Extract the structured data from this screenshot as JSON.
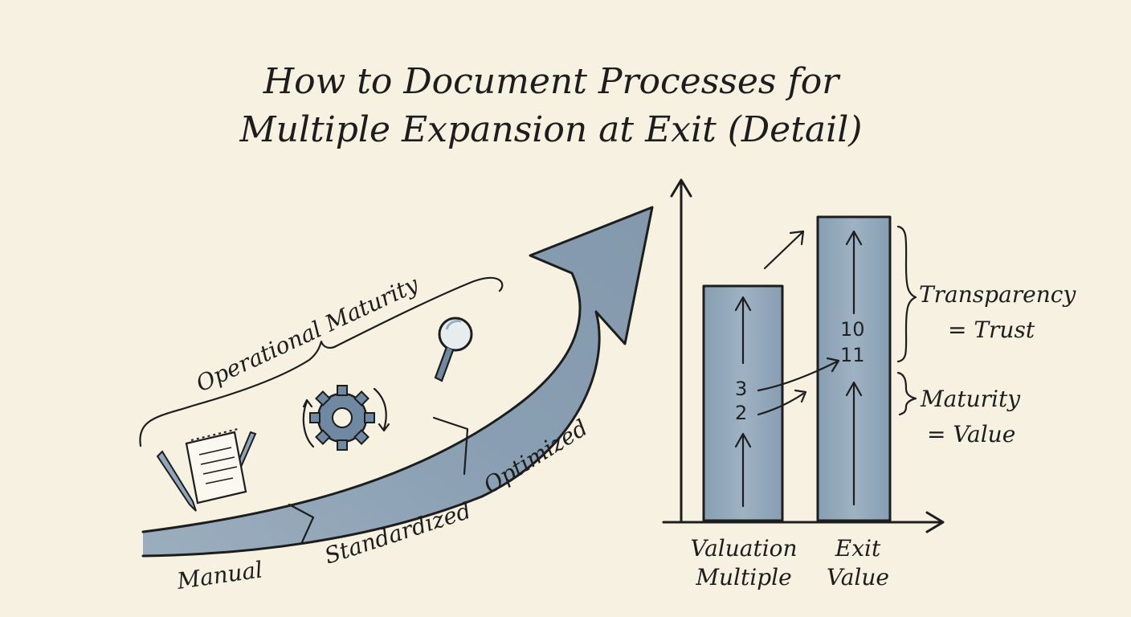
{
  "title": {
    "line1": "How to Document Processes for",
    "line2": "Multiple Expansion at Exit (Detail)"
  },
  "maturity": {
    "brace_label": "Operational Maturity",
    "stages": [
      "Manual",
      "Standardized",
      "Optimized"
    ]
  },
  "bars": {
    "categories": [
      {
        "line1": "Valuation",
        "line2": "Multiple"
      },
      {
        "line1": "Exit",
        "line2": "Value"
      }
    ],
    "values_left": [
      "3",
      "2"
    ],
    "values_right": [
      "10",
      "11"
    ]
  },
  "annotations": {
    "transparency": {
      "line1": "Transparency",
      "line2": "= Trust"
    },
    "maturity": {
      "line1": "Maturity",
      "line2": "= Value"
    }
  },
  "colors": {
    "paint": "#7f98b0",
    "ink": "#1d1d1d",
    "paper": "#f6f1e1"
  },
  "icons": [
    "pens-icon",
    "notepad-icon",
    "gear-icon",
    "magnifier-icon"
  ]
}
